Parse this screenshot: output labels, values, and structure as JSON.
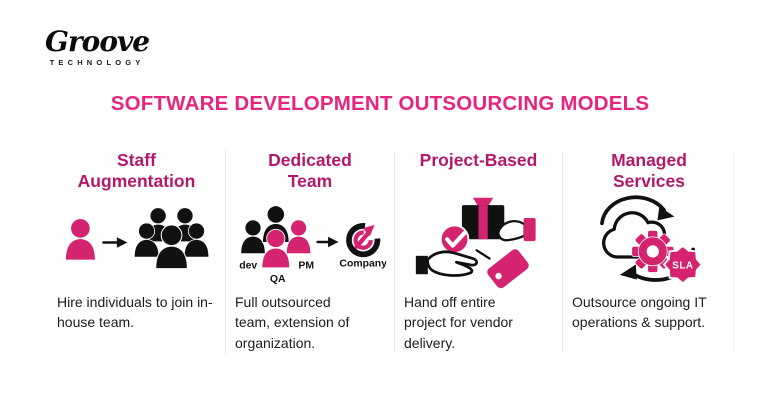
{
  "brand": {
    "logo_text": "Groove",
    "logo_subtext": "TECHNOLOGY"
  },
  "title": "SOFTWARE DEVELOPMENT OUTSOURCING MODELS",
  "colors": {
    "title_pink": "#E7257E",
    "heading_pink": "#B4186A",
    "icon_pink": "#D4246F",
    "icon_black": "#111111",
    "divider_gray": "#EBEBEB",
    "background": "#FFFFFF"
  },
  "columns": [
    {
      "heading": "Staff Augmentation",
      "description": "Hire individuals to join in-house team.",
      "icon": "person-joins-team"
    },
    {
      "heading": "Dedicated Team",
      "description": "Full outsourced team, extension of organization.",
      "icon": "team-to-company",
      "icon_labels": {
        "dev": "dev",
        "qa": "QA",
        "pm": "PM",
        "company": "Company"
      }
    },
    {
      "heading": "Project-Based",
      "description": "Hand off entire project for vendor delivery.",
      "icon": "project-handoff"
    },
    {
      "heading": "Managed Services",
      "description": "Outsource ongoing IT operations & support.",
      "icon": "managed-cloud-sla",
      "icon_labels": {
        "sla": "SLA"
      }
    }
  ]
}
